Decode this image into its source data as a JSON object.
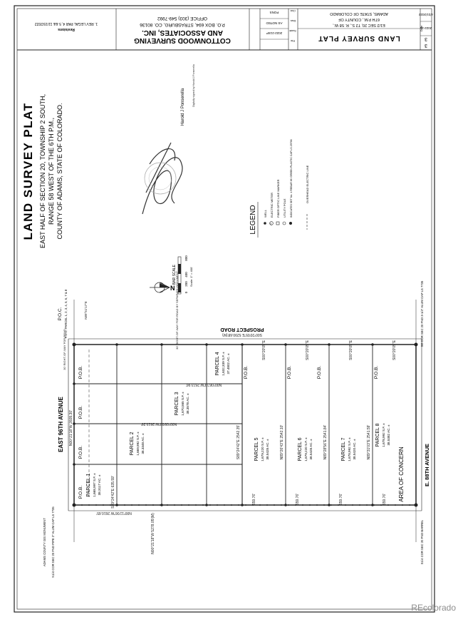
{
  "title_block": {
    "sheet_title": "LAND SURVEY PLAT",
    "location_lines": [
      "E1/2 SEC 20, T2 S., R. 58 W.,",
      "6TH P.M., COUNTY OF",
      "ADAMS, STATE OF COLORADO"
    ],
    "date_label": "Date",
    "date_value": "4/21/2022",
    "job_label": "Job",
    "job_value": "2022-21",
    "sheet_label": "Sheet",
    "sheet_no": "3",
    "sheet_of": "3",
    "scale_label": "Scale",
    "scale_value": "AS NOTED",
    "file_label": "File",
    "file_value": "2022-21SP",
    "dwn_label": "Dwn.",
    "dwn_value": "PONS",
    "ckd_label": "Ckd."
  },
  "company": {
    "name_line1": "COTTONWOOD SURVEYING",
    "name_line2": "AND ASSOCIATES, INC.",
    "address": "P.O. BOX 694, STRASBURG, CO. 80136",
    "phone": "OFFICE (303) 549-7992"
  },
  "revisions": {
    "header": "Revisions",
    "entry": "1. REV LEGAL PAR 4, 5 && 11/15/2022"
  },
  "plat": {
    "main_title": "LAND SURVEY PLAT",
    "subtitle_lines": [
      "EAST HALF OF SECTION 20, TOWNSHIP 2 SOUTH,",
      "RANGE 58 WEST OF THE 6TH P.M.,",
      "COUNTY OF ADAMS, STATE OF COLORADO."
    ]
  },
  "signature": {
    "name": "Harold J Ponserella",
    "digital_note": "Digitally signed by Harold J Ponserella"
  },
  "legend": {
    "title": "LEGEND",
    "items": [
      "WELL",
      "ELECTRIC METER",
      "FIBER OPTIC LINE MARKER",
      "UTILITY POLE",
      "INDICATES SET No. 4 REBAR W/ GREEN PLASTIC CAP LS 29766",
      "OVERHEAD ELECTRIC LINE"
    ],
    "icons": [
      "well-icon",
      "electric-meter-icon",
      "fiber-marker-icon",
      "utility-pole-icon",
      "rebar-monument-icon",
      "overhead-line-icon"
    ]
  },
  "scale_bar": {
    "label": "BAR SCALE",
    "ticks": [
      "0",
      "200",
      "400",
      "800"
    ],
    "ratio": "Scale: 1\" = 400'"
  },
  "streets": {
    "north_avenue": "EAST 96TH AVENUE",
    "south_avenue": "E. 88TH AVENUE",
    "east_road": "PROSPECT ROAD",
    "area_of_concern": "AREA OF CONCERN"
  },
  "parcels": [
    {
      "name": "PARCEL 1",
      "area_sf": "1,668,997 S.F. ±",
      "area_ac": "38.3117 AC. ±"
    },
    {
      "name": "PARCEL 2",
      "area_sf": "1,669,992 S.F. ±",
      "area_ac": "38.3348 AC. ±"
    },
    {
      "name": "PARCEL 3",
      "area_sf": "1,670,565 S.F. ±",
      "area_ac": "38.3578 AC. ±"
    },
    {
      "name": "PARCEL 4",
      "area_sf": "1,632,339 S.F. ±",
      "area_ac": "37.4802 AC. ±"
    },
    {
      "name": "PARCEL 5",
      "area_sf": "1,679,220 S.F. ±",
      "area_ac": "38.5428 AC. ±"
    },
    {
      "name": "PARCEL 6",
      "area_sf": "1,679,220 S.F. ±",
      "area_ac": "38.5428 AC. ±"
    },
    {
      "name": "PARCEL 7",
      "area_sf": "1,678,992 S.F. ±",
      "area_ac": "38.5420 AC. ±"
    },
    {
      "name": "PARCEL 8",
      "area_sf": "1,678,992 S.F. ±",
      "area_ac": "38.5382 AC. ±"
    }
  ],
  "pob_label": "P.O.B.",
  "poc_label": "P.O.C.",
  "bearings": {
    "west_line": "N00°21'18\"W 2609.30'",
    "west_line_total": "N00°21'18\"W 5278.05'(M)",
    "center_1": "N00°11'06\"W 2610.65'",
    "center_2": "N00°09'00\"W 2613.29'",
    "center_3": "N00°06'19\"W 2613.96'",
    "east_line": "S00°20'05\"E 5290.68'(M)",
    "row_30": "30' RIGHT-OF-WAY FOR ROAD",
    "parcel_bearing_a": "S89°24'42\"E 635.59'",
    "parcel_bearing_b": "S89°24'42\"E 2542.35'",
    "parcel_bearing_c": "N89°26'43\"E 2542.10'",
    "parcel_bearing_d": "N89°28'56\"E 2541.84'",
    "parcel_bearing_e": "N89°31'03\"E 2541.59'",
    "parcel_width": "659.76'",
    "east_offset": "S00°20'05\"E",
    "north_row": "30' RIGHT-OF-WAY FOR ROAD BY SEPARATE DOCUMENT",
    "north_row_tick": "N89°51'17\"E"
  },
  "corners": {
    "nw": "N1/4 COR SEC 20 FND PIPE 2\" ALUM CAP LS 7735",
    "ne": "NE COR SEC 20",
    "sw": "S1/4 COR SEC 20 FND BARREL",
    "se": "SE COR SEC 20 FND 3-1/4\" ALUM CAP LS 7735",
    "poc_note": "P.O.C. PARCEL 1, 2, 3, 4, 5, 6, 7 & 8",
    "adams_county": "ADAMS COUNTY GIS MONUMENT"
  },
  "watermark": "REcolorado"
}
